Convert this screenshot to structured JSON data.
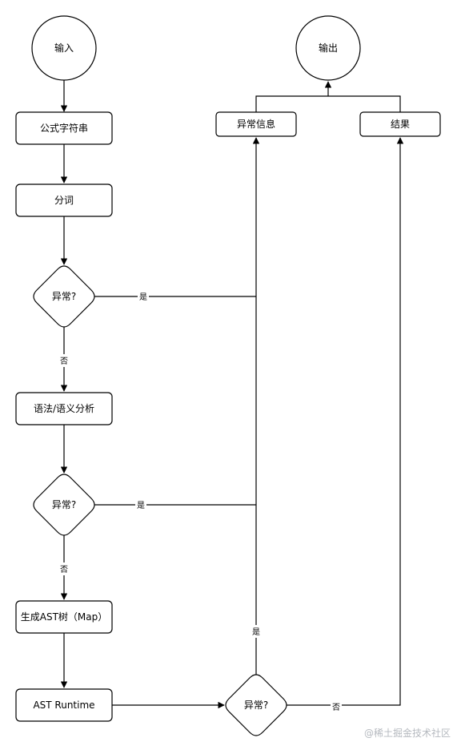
{
  "nodes": {
    "input": "输入",
    "output": "输出",
    "formula_string": "公式字符串",
    "tokenize": "分词",
    "exception_check_1": "异常?",
    "syntax_semantic_analysis": "语法/语义分析",
    "exception_check_2": "异常?",
    "generate_ast": "生成AST树（Map）",
    "ast_runtime": "AST Runtime",
    "exception_check_3": "异常?",
    "error_info": "异常信息",
    "result": "结果"
  },
  "edge_labels": {
    "yes": "是",
    "no": "否"
  },
  "watermark": "@稀土掘金技术社区",
  "colors": {
    "stroke": "#000000",
    "fill": "#ffffff",
    "watermark": "#b5b9bf"
  }
}
